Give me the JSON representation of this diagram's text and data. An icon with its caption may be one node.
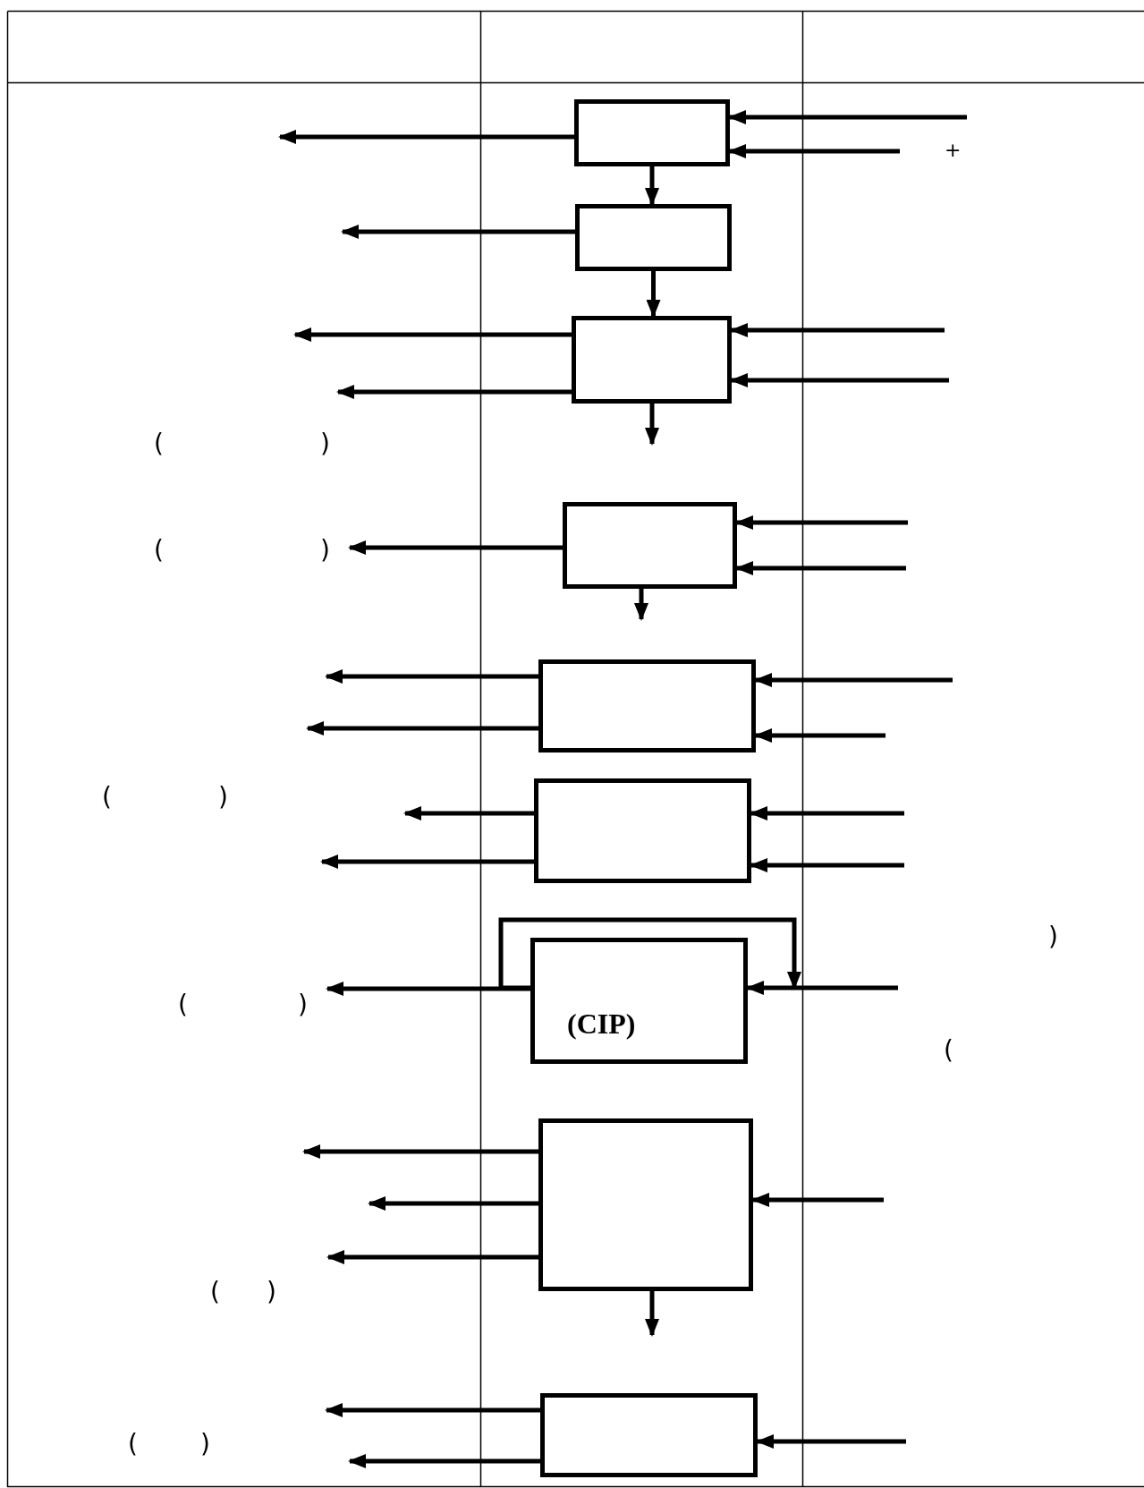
{
  "diagram": {
    "nodes": [
      {
        "text": [],
        "shape": "box"
      },
      {
        "text": [],
        "shape": "box"
      },
      {
        "text": [],
        "shape": "box"
      },
      {
        "text": [],
        "shape": "box"
      },
      {
        "text": [],
        "shape": "box"
      },
      {
        "text": [],
        "shape": "box"
      },
      {
        "text": [
          "(CIP)"
        ]
      },
      {
        "text": [],
        "shape": "box"
      },
      {
        "text": [],
        "shape": "box"
      },
      {
        "text": [
          ")"
        ]
      },
      {
        "text": [
          ")"
        ]
      }
    ],
    "edges": [
      {
        "from": null,
        "to": 0,
        "arrow": "to"
      },
      {
        "from": null,
        "to": 0,
        "arrow": "to"
      },
      {
        "from": 0,
        "to": null,
        "arrow": "to"
      },
      {
        "from": 0,
        "to": 1,
        "arrow": "to"
      },
      {
        "from": 1,
        "to": null,
        "arrow": "to"
      },
      {
        "from": 1,
        "to": 2,
        "arrow": "to"
      },
      {
        "from": null,
        "to": 2,
        "arrow": "to"
      },
      {
        "from": null,
        "to": 2,
        "arrow": "to"
      },
      {
        "from": 2,
        "to": null,
        "arrow": "to"
      },
      {
        "from": 2,
        "to": null,
        "arrow": "to"
      },
      {
        "from": 2,
        "to": null,
        "arrow": "to"
      },
      {
        "from": null,
        "to": 3,
        "arrow": "to"
      },
      {
        "from": null,
        "to": 3,
        "arrow": "to"
      },
      {
        "from": 3,
        "to": 9,
        "arrow": "to"
      },
      {
        "from": 3,
        "to": null,
        "arrow": "to"
      },
      {
        "from": null,
        "to": 4,
        "arrow": "to"
      },
      {
        "from": null,
        "to": 4,
        "arrow": "to"
      },
      {
        "from": 4,
        "to": null,
        "arrow": "to"
      },
      {
        "from": 4,
        "to": null,
        "arrow": "to"
      },
      {
        "from": null,
        "to": 5,
        "arrow": "to"
      },
      {
        "from": null,
        "to": 5,
        "arrow": "to"
      },
      {
        "from": 5,
        "to": null,
        "arrow": "to"
      },
      {
        "from": 5,
        "to": null,
        "arrow": "to"
      },
      {
        "from": null,
        "to": 6,
        "arrow": "to"
      },
      {
        "from": 6,
        "to": 10,
        "arrow": "to"
      },
      {
        "from": 6,
        "to": 6,
        "arrow": "to"
      },
      {
        "from": null,
        "to": 7,
        "arrow": "to"
      },
      {
        "from": 7,
        "to": null,
        "arrow": "to"
      },
      {
        "from": 7,
        "to": null,
        "arrow": "to"
      },
      {
        "from": 7,
        "to": null,
        "arrow": "to"
      },
      {
        "from": 7,
        "to": null,
        "arrow": "to"
      },
      {
        "from": null,
        "to": 8,
        "arrow": "to"
      },
      {
        "from": 8,
        "to": null,
        "arrow": "to"
      },
      {
        "from": 8,
        "to": null,
        "arrow": "to"
      }
    ],
    "labels": [
      "+",
      "(",
      ")",
      "(",
      "(",
      ")",
      ")",
      "(",
      "(",
      "(",
      ")",
      "(",
      ")"
    ]
  }
}
